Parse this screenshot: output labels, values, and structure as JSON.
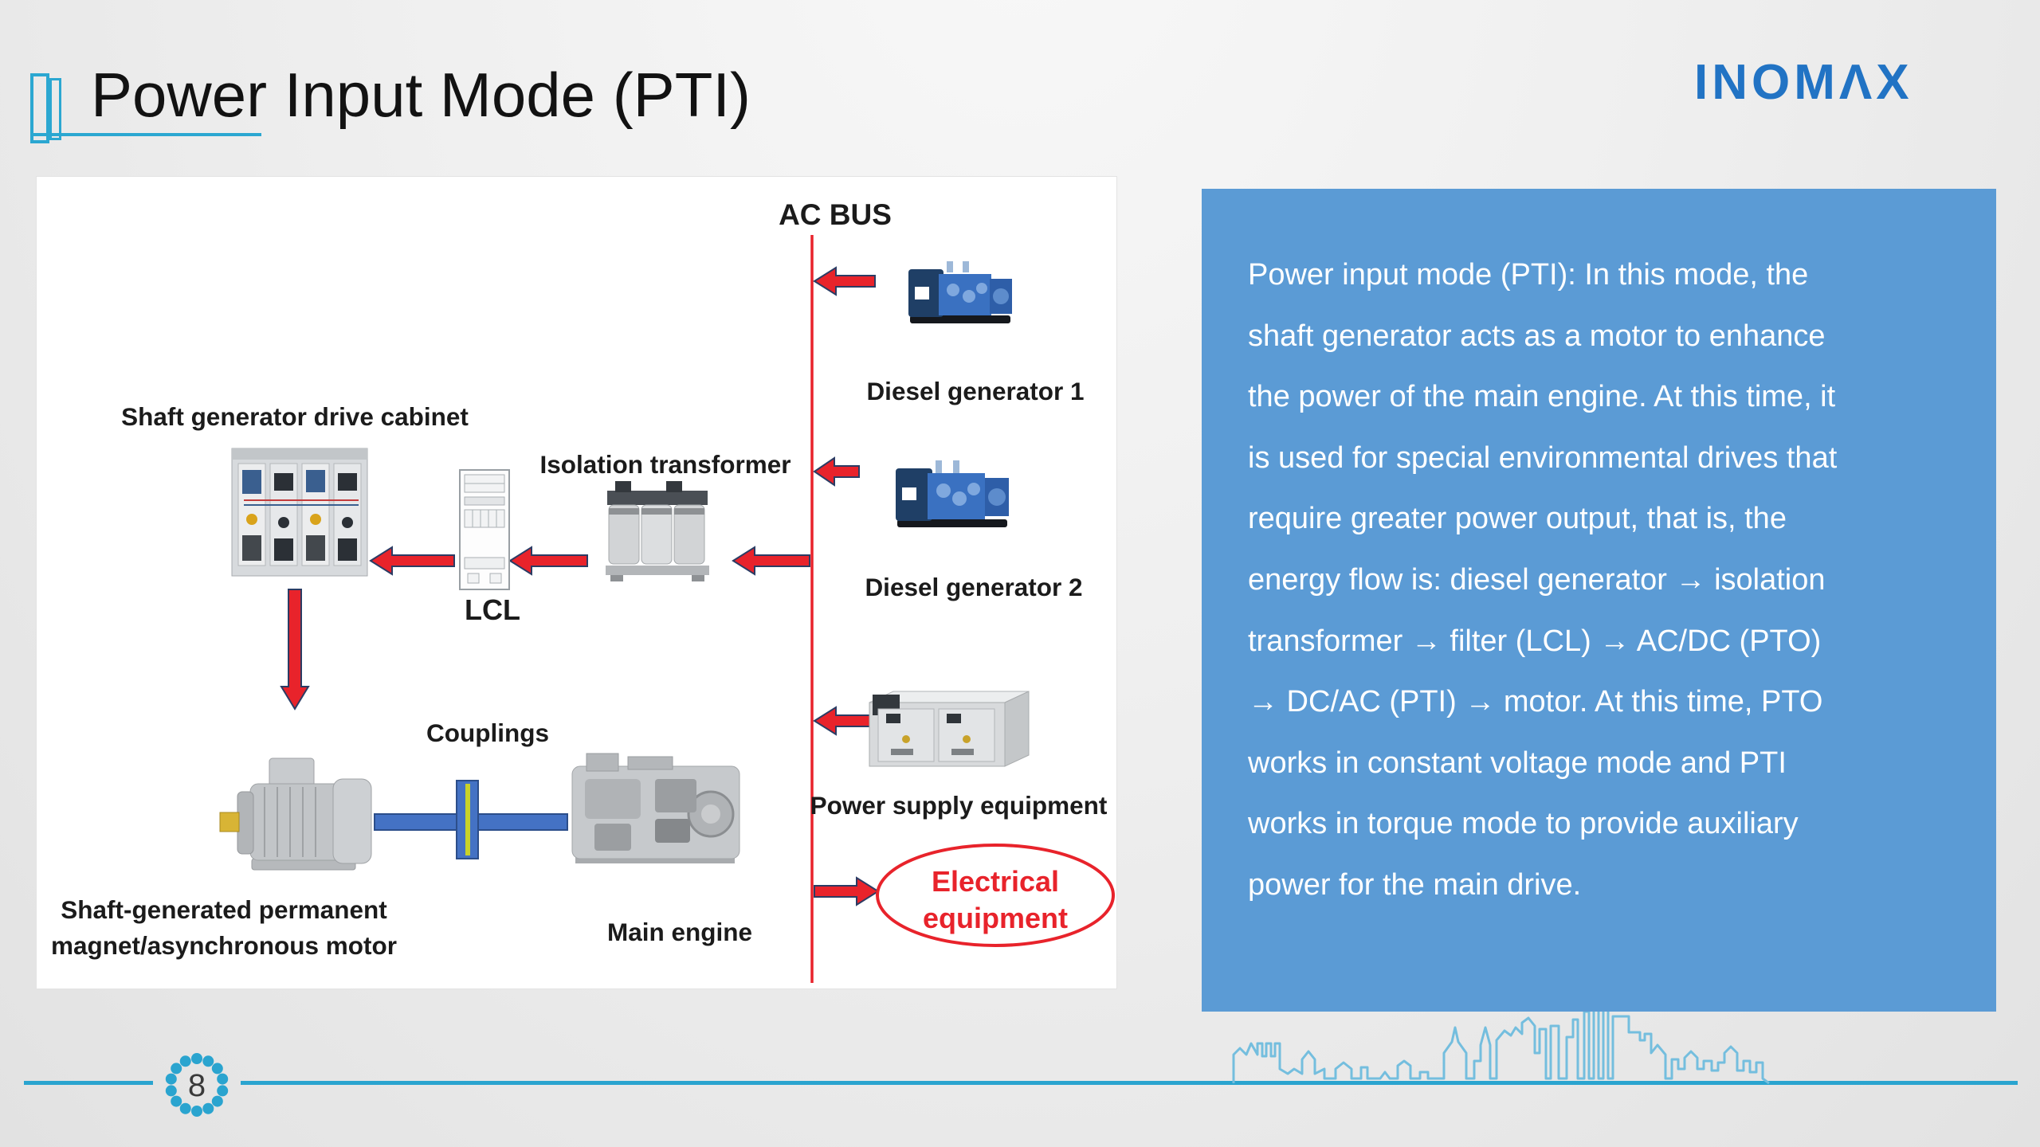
{
  "slide": {
    "title": "Power Input Mode (PTI)",
    "logo_text": "INOMΛX",
    "page_number": "8"
  },
  "colors": {
    "accent_cyan": "#2aa4cf",
    "flow_red": "#e8232b",
    "arrow_outline_navy": "#2b3c64",
    "info_panel_blue": "#5b9bd5",
    "logo_blue": "#2173c4",
    "coupling_blue": "#4472c4"
  },
  "diagram": {
    "labels": {
      "ac_bus": "AC BUS",
      "diesel_generator_1": "Diesel generator 1",
      "diesel_generator_2": "Diesel generator 2",
      "shaft_generator_drive_cabinet": "Shaft generator drive cabinet",
      "isolation_transformer": "Isolation transformer",
      "lcl": "LCL",
      "couplings": "Couplings",
      "power_supply_equipment": "Power supply equipment",
      "electrical_equipment_line1": "Electrical",
      "electrical_equipment_line2": "equipment",
      "main_engine": "Main engine",
      "shaft_motor_line1": "Shaft-generated permanent",
      "shaft_motor_line2": "magnet/asynchronous motor"
    }
  },
  "info_panel": {
    "lines": [
      "Power input mode (PTI): In this mode, the",
      "shaft generator acts as a motor to enhance",
      "the power of the main engine. At this time, it",
      "is used for special environmental drives that",
      "require greater power output, that is, the",
      "energy flow is: diesel generator → isolation",
      "transformer → filter (LCL) → AC/DC (PTO)",
      "→ DC/AC (PTI) → motor. At this time, PTO",
      "works in constant voltage mode and PTI",
      "works in torque mode to provide auxiliary",
      "power for the main drive."
    ]
  }
}
